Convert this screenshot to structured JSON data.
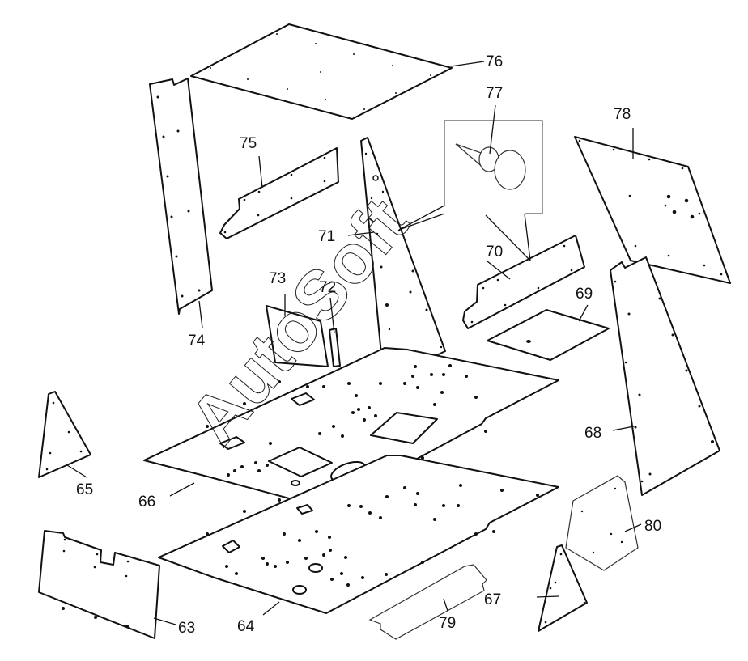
{
  "diagram": {
    "type": "exploded-parts-diagram",
    "watermark": "AutoSoft",
    "callouts": [
      {
        "id": "63",
        "label": "63"
      },
      {
        "id": "64",
        "label": "64"
      },
      {
        "id": "65",
        "label": "65"
      },
      {
        "id": "66",
        "label": "66"
      },
      {
        "id": "67",
        "label": "67"
      },
      {
        "id": "68",
        "label": "68"
      },
      {
        "id": "69",
        "label": "69"
      },
      {
        "id": "70",
        "label": "70"
      },
      {
        "id": "71",
        "label": "71"
      },
      {
        "id": "72",
        "label": "72"
      },
      {
        "id": "73",
        "label": "73"
      },
      {
        "id": "74",
        "label": "74"
      },
      {
        "id": "75",
        "label": "75"
      },
      {
        "id": "76",
        "label": "76"
      },
      {
        "id": "77",
        "label": "77"
      },
      {
        "id": "78",
        "label": "78"
      },
      {
        "id": "79",
        "label": "79"
      },
      {
        "id": "80",
        "label": "80"
      }
    ]
  }
}
